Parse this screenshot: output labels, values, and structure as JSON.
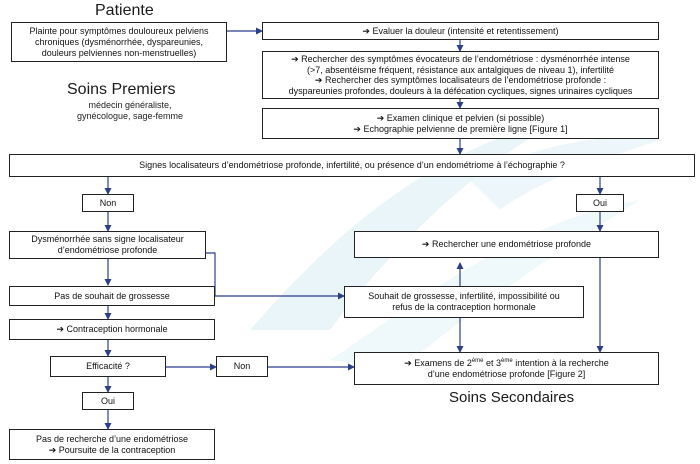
{
  "headings": {
    "patiente": "Patiente",
    "soins_premiers": "Soins Premiers",
    "soins_premiers_sub": [
      "médecin généraliste,",
      "gynécologue, sage-femme"
    ],
    "soins_secondaires": "Soins Secondaires"
  },
  "nodes": {
    "plainte": [
      "Plainte pour symptômes douloureux pelviens",
      "chroniques (dysménorrhée, dyspareunies,",
      "douleurs pelviennes non-menstruelles)"
    ],
    "evaluer": "➔ Evaluer la douleur (intensité et retentissement)",
    "rechercher_evocateurs": [
      "➔ Rechercher des symptômes évocateurs de l’endométriose : dysménorrhée intense",
      "(>7, absentéisme fréquent, résistance aux antalgiques de niveau 1), infertilité",
      "➔ Rechercher des symptômes localisateurs de l’endométriose profonde :",
      "dyspareunies profondes, douleurs à la défécation cycliques, signes urinaires cycliques"
    ],
    "examen": [
      "➔ Examen clinique et pelvien (si possible)",
      "➔ Echographie pelvienne de première ligne [Figure 1]"
    ],
    "signes": "Signes localisateurs d’endométriose profonde, infertilité, ou présence d’un endométriome à l’échographie ?",
    "non_1": "Non",
    "oui_1": "Oui",
    "dysmenorrhee": [
      "Dysménorrhée sans signe localisateur",
      "d’endométriose profonde"
    ],
    "rechercher_profonde": "➔ Rechercher une endométriose profonde",
    "pas_souhait": "Pas de souhait de grossesse",
    "souhait": [
      "Souhait de grossesse, infertilité, impossibilité ou",
      "refus de la contraception hormonale"
    ],
    "contraception": "➔ Contraception hormonale",
    "efficacite": "Efficacité ?",
    "non_2": "Non",
    "examens_prefix": "➔ Examens de 2",
    "examens_sup1": "ème",
    "examens_mid": " et 3",
    "examens_sup2": "ème",
    "examens_suffix": " intention à la recherche",
    "examens_line2": "d’une endométriose profonde [Figure 2]",
    "oui_2": "Oui",
    "pas_recherche": [
      "Pas de recherche d’une endométriose",
      "➔ Poursuite de la contraception"
    ]
  },
  "colors": {
    "arrow": "#2b3f8f",
    "border": "#222222",
    "watermark": "#d8eef6"
  }
}
